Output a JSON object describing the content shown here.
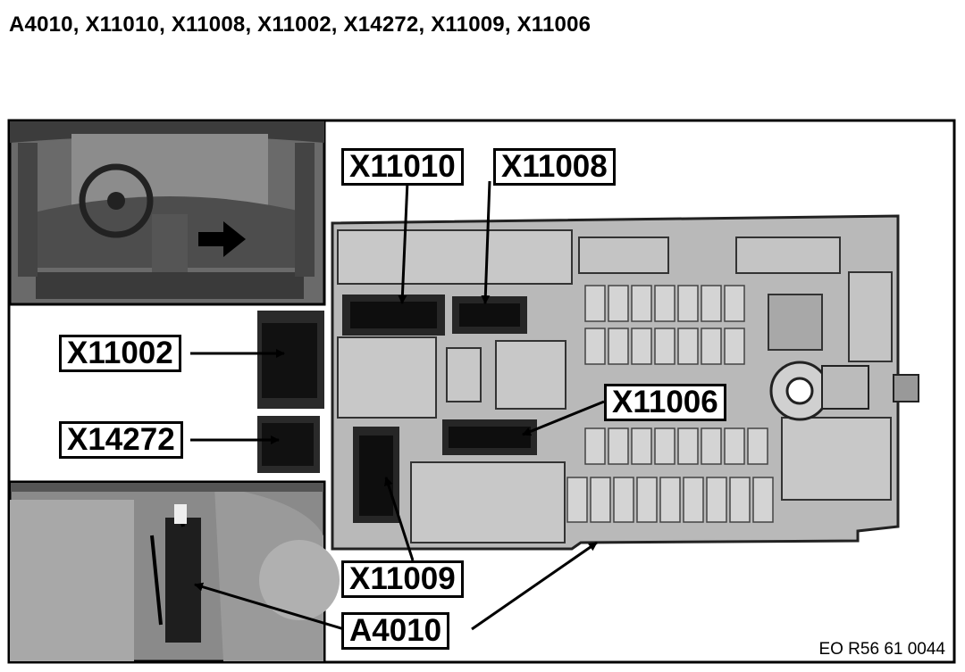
{
  "title": "A4010, X11010, X11008, X11002, X14272, X11009, X11006",
  "labels": {
    "x11010": "X11010",
    "x11008": "X11008",
    "x11002": "X11002",
    "x14272": "X14272",
    "x11006": "X11006",
    "x11009": "X11009",
    "a4010": "A4010"
  },
  "reference_code": "EO R56 61 0044"
}
